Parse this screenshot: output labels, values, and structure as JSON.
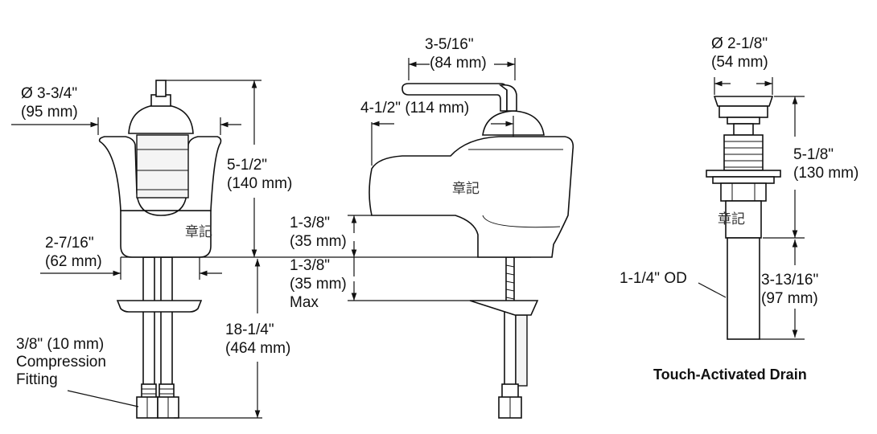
{
  "front_view": {
    "top_diameter": [
      "Ø 3-3/4\"",
      "(95 mm)"
    ],
    "height_above_deck": [
      "5-1/2\"",
      "(140 mm)"
    ],
    "base_width": [
      "2-7/16\"",
      "(62 mm)"
    ],
    "supply_length": [
      "18-1/4\"",
      "(464 mm)"
    ],
    "fitting_note": [
      "3/8\" (10 mm)",
      "Compression",
      "Fitting"
    ]
  },
  "side_view": {
    "handle_width": [
      "3-5/16\"",
      "(84 mm)"
    ],
    "spout_reach": [
      "4-1/2\" (114 mm)"
    ],
    "spout_height": [
      "1-3/8\"",
      "(35 mm)"
    ],
    "deck_thickness": [
      "1-3/8\"",
      "(35 mm)",
      "Max"
    ]
  },
  "drain": {
    "diameter": [
      "Ø 2-1/8\"",
      "(54 mm)"
    ],
    "body_height": [
      "5-1/8\"",
      "(130 mm)"
    ],
    "outer_diameter": "1-1/4\" OD",
    "tail_length": [
      "3-13/16\"",
      "(97 mm)"
    ],
    "caption": "Touch-Activated Drain"
  },
  "watermarks": [
    "章記",
    "章記",
    "章記"
  ]
}
